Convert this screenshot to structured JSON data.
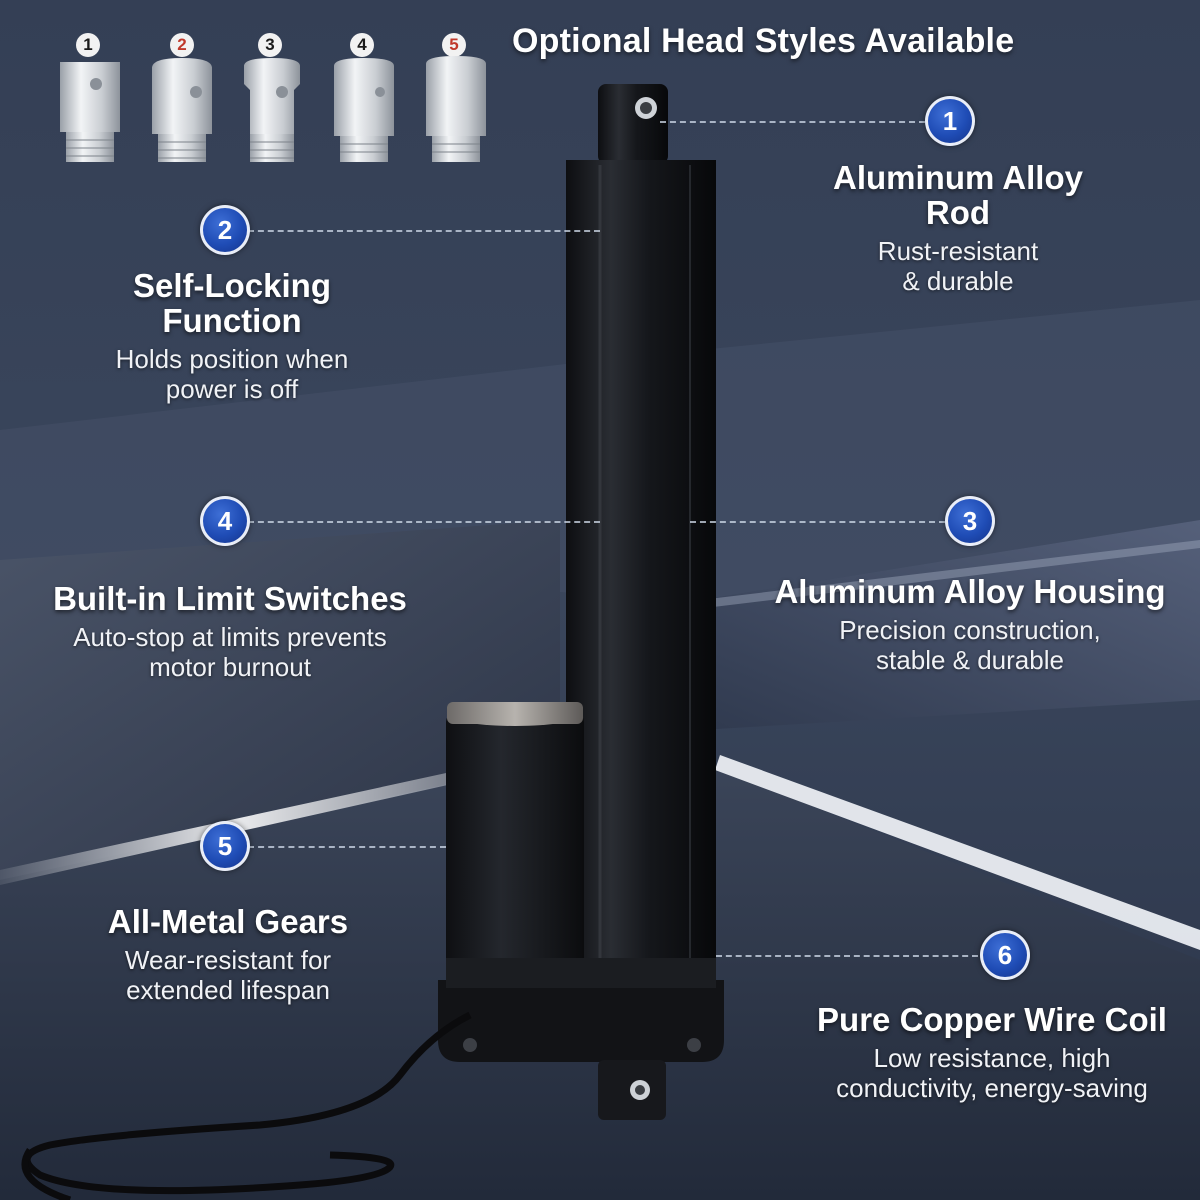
{
  "heading": "Optional Head Styles Available",
  "head_styles": [
    {
      "number": "1"
    },
    {
      "number": "2"
    },
    {
      "number": "3"
    },
    {
      "number": "4"
    },
    {
      "number": "5"
    }
  ],
  "features": [
    {
      "number": "1",
      "title": "Aluminum Alloy Rod",
      "desc_lines": [
        "Rust-resistant",
        "& durable"
      ]
    },
    {
      "number": "2",
      "title": "Self-Locking Function",
      "desc_lines": [
        "Holds position when",
        "power is off"
      ]
    },
    {
      "number": "3",
      "title": "Aluminum Alloy Housing",
      "desc_lines": [
        "Precision construction,",
        "stable & durable"
      ]
    },
    {
      "number": "4",
      "title": "Built-in Limit Switches",
      "desc_lines": [
        "Auto-stop at limits prevents",
        "motor burnout"
      ]
    },
    {
      "number": "5",
      "title": "All-Metal Gears",
      "desc_lines": [
        "Wear-resistant for",
        "extended lifespan"
      ]
    },
    {
      "number": "6",
      "title": "Pure Copper Wire Coil",
      "desc_lines": [
        "Low resistance, high",
        "conductivity, energy-saving"
      ]
    }
  ],
  "colors": {
    "badge_blue": "#1f4cb5",
    "background": "#2f3a4e",
    "actuator_black": "#141518"
  }
}
